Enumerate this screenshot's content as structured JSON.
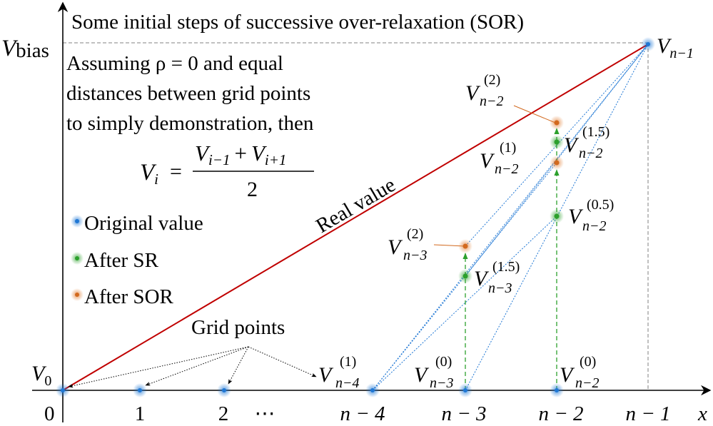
{
  "title": "Some initial steps of successive over-relaxation (SOR)",
  "y_axis": {
    "label_main": "V",
    "label_sub": "bias",
    "origin_label": "0"
  },
  "x_axis": {
    "label": "x",
    "ticks": [
      "1",
      "2",
      "⋯",
      "n − 4",
      "n − 3",
      "n − 2",
      "n − 1"
    ]
  },
  "assumption": {
    "lines": [
      "Assuming ρ = 0 and equal",
      "distances between grid points",
      "to simply demonstration, then"
    ],
    "formula": {
      "lhs": "V",
      "lhs_sub": "i",
      "eq": "=",
      "num": "V",
      "num_sub1": "i−1",
      "plus": "+",
      "num2": "V",
      "num_sub2": "i+1",
      "den": "2"
    }
  },
  "legend": [
    {
      "label": "Original value",
      "color": "#1f77d4"
    },
    {
      "label": "After SR",
      "color": "#2ca02c"
    },
    {
      "label": "After SOR",
      "color": "#d2691e"
    }
  ],
  "real_value_label": "Real value",
  "grid_points_label": "Grid points",
  "colors": {
    "real_line": "#c00000",
    "original": "#1f77d4",
    "sr": "#2ca02c",
    "sor": "#d2691e",
    "iteration_line": "#1f77d4",
    "arrow": "#2ca02c",
    "guide": "#808080",
    "callout": "#d2691e"
  },
  "point_labels": {
    "v0": {
      "base": "V",
      "sub": "0"
    },
    "vn1": {
      "base": "V",
      "sub": "n−1"
    },
    "vn4_1": {
      "base": "V",
      "sup": "(1)",
      "sub": "n−4"
    },
    "vn3_0": {
      "base": "V",
      "sup": "(0)",
      "sub": "n−3"
    },
    "vn2_0": {
      "base": "V",
      "sup": "(0)",
      "sub": "n−2"
    },
    "vn3_15": {
      "base": "V",
      "sup": "(1.5)",
      "sub": "n−3"
    },
    "vn3_2": {
      "base": "V",
      "sup": "(2)",
      "sub": "n−3"
    },
    "vn2_05": {
      "base": "V",
      "sup": "(0.5)",
      "sub": "n−2"
    },
    "vn2_1": {
      "base": "V",
      "sup": "(1)",
      "sub": "n−2"
    },
    "vn2_15": {
      "base": "V",
      "sup": "(1.5)",
      "sub": "n−2"
    },
    "vn2_2": {
      "base": "V",
      "sup": "(2)",
      "sub": "n−2"
    }
  }
}
